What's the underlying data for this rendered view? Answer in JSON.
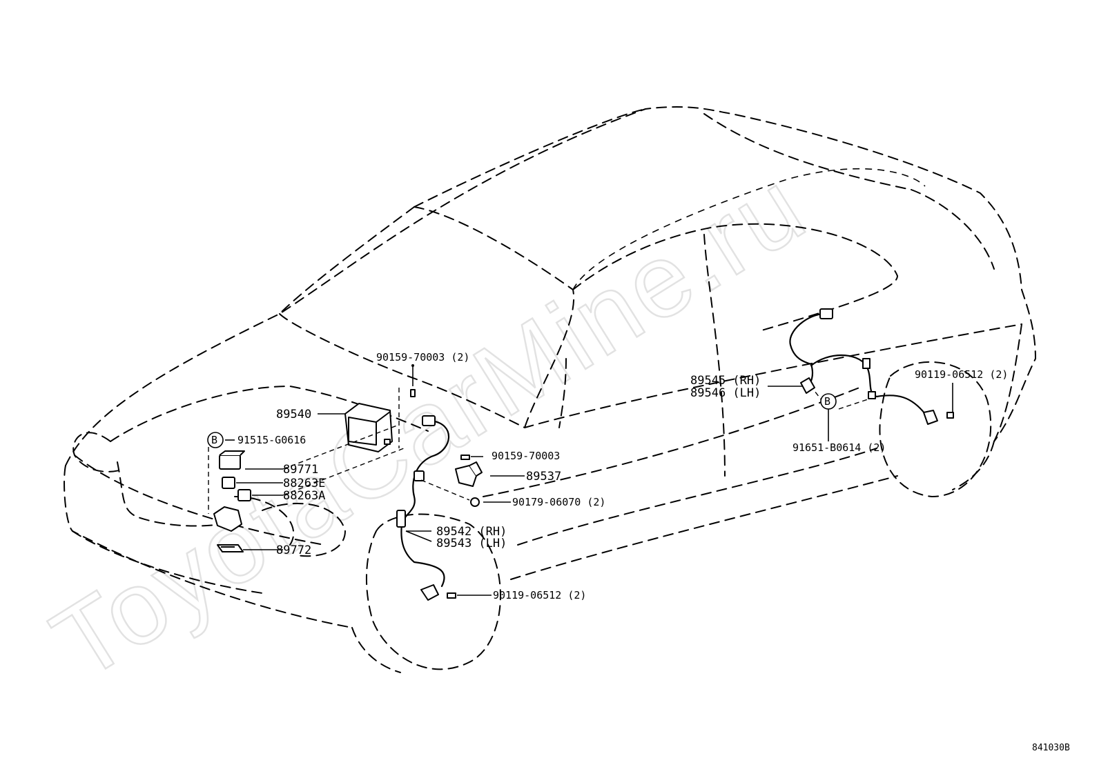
{
  "watermark": "ToyotaCarMine.ru",
  "diagram_ref": "841030B",
  "callouts": {
    "c1": "90159-70003 (2)",
    "c2": "89540",
    "c3_circle": "B",
    "c3": "91515-G0616",
    "c4": "89771",
    "c5": "88263E",
    "c6": "88263A",
    "c7": "89772",
    "c8": "90159-70003",
    "c9": "89537",
    "c10": "90179-06070 (2)",
    "c11a": "89542 (RH)",
    "c11b": "89543 (LH)",
    "c12": "90119-06512 (2)",
    "c13a": "89545 (RH)",
    "c13b": "89546 (LH)",
    "c14_circle": "B",
    "c14": "91651-B0614 (2)",
    "c15": "90119-06512 (2)"
  }
}
